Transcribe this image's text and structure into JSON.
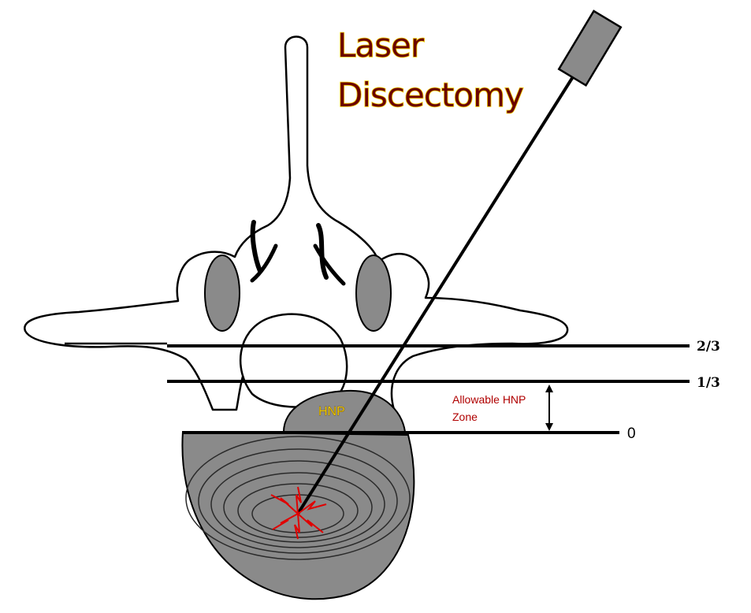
{
  "title": {
    "line1": "Laser",
    "line2": "Discectomy"
  },
  "levels": {
    "two_thirds": "2/3",
    "one_third": "1/3",
    "zero": "0"
  },
  "zone": {
    "line1": "Allowable HNP",
    "line2": "Zone"
  },
  "hnp_label": "HNP",
  "colors": {
    "title": "#6b0000",
    "title_outline": "#f5d200",
    "disc": "#8a8a8a",
    "zone_text": "#b00000",
    "laser_spark": "#e00000"
  }
}
